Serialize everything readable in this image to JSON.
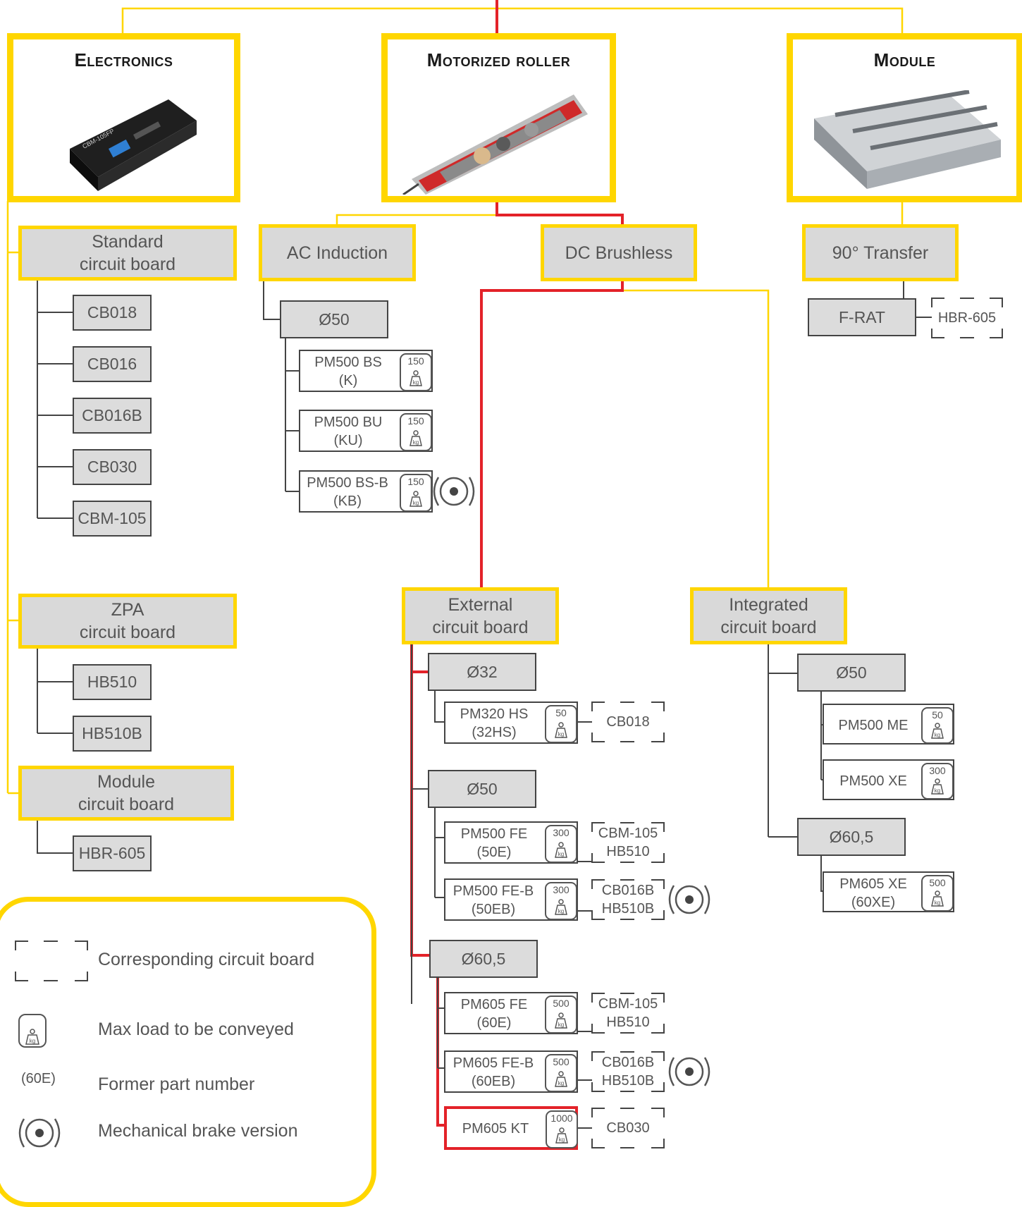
{
  "categories": {
    "electronics": "Electronics",
    "motorized_roller": "Motorized roller",
    "module": "Module"
  },
  "electronics": {
    "standard": {
      "label_line1": "Standard",
      "label_line2": "circuit board",
      "items": [
        "CB018",
        "CB016",
        "CB016B",
        "CB030",
        "CBM-105"
      ]
    },
    "zpa": {
      "label_line1": "ZPA",
      "label_line2": "circuit board",
      "items": [
        "HB510",
        "HB510B"
      ]
    },
    "module_board": {
      "label_line1": "Module",
      "label_line2": "circuit board",
      "items": [
        "HBR-605"
      ]
    },
    "product_label": "CBM-105FP"
  },
  "roller": {
    "ac": {
      "label": "AC Induction",
      "diameter": "Ø50",
      "products": [
        {
          "name": "PM500 BS",
          "former": "(K)",
          "load": "150"
        },
        {
          "name": "PM500 BU",
          "former": "(KU)",
          "load": "150"
        },
        {
          "name": "PM500 BS-B",
          "former": "(KB)",
          "load": "150"
        }
      ]
    },
    "dc": {
      "label": "DC Brushless",
      "external": {
        "label_line1": "External",
        "label_line2": "circuit board",
        "d32": "Ø32",
        "d50": "Ø50",
        "d605": "Ø60,5",
        "products": [
          {
            "name": "PM320 HS",
            "former": "(32HS)",
            "load": "50",
            "cb1": "CB018",
            "cb2": ""
          },
          {
            "name": "PM500 FE",
            "former": "(50E)",
            "load": "300",
            "cb1": "CBM-105",
            "cb2": "HB510"
          },
          {
            "name": "PM500 FE-B",
            "former": "(50EB)",
            "load": "300",
            "cb1": "CB016B",
            "cb2": "HB510B"
          },
          {
            "name": "PM605 FE",
            "former": "(60E)",
            "load": "500",
            "cb1": "CBM-105",
            "cb2": "HB510"
          },
          {
            "name": "PM605 FE-B",
            "former": "(60EB)",
            "load": "500",
            "cb1": "CB016B",
            "cb2": "HB510B"
          },
          {
            "name": "PM605 KT",
            "former": "",
            "load": "1000",
            "cb1": "CB030",
            "cb2": ""
          }
        ]
      },
      "integrated": {
        "label_line1": "Integrated",
        "label_line2": "circuit board",
        "d50": "Ø50",
        "d605": "Ø60,5",
        "products": [
          {
            "name": "PM500 ME",
            "former": "",
            "load": "50"
          },
          {
            "name": "PM500 XE",
            "former": "",
            "load": "300"
          },
          {
            "name": "PM605 XE",
            "former": "(60XE)",
            "load": "500"
          }
        ]
      }
    }
  },
  "module": {
    "transfer": "90° Transfer",
    "frat": "F-RAT",
    "frat_cb": "HBR-605"
  },
  "legend": {
    "corresponding": "Corresponding circuit board",
    "maxload": "Max load to be conveyed",
    "former_sample": "(60E)",
    "former": "Former part number",
    "brake": "Mechanical brake version"
  },
  "units": {
    "kg": "kg"
  },
  "colors": {
    "yellow": "#FFD600",
    "red": "#E32229",
    "gray_box": "#D9D9D9",
    "text": "#555555"
  }
}
